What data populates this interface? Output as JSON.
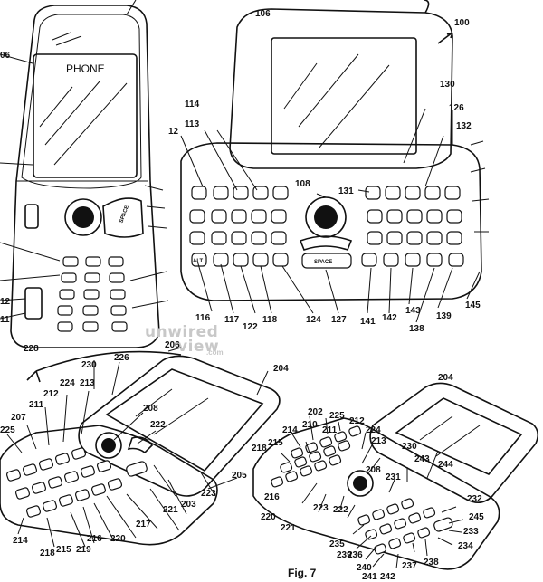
{
  "phone_screen_text": "PHONE",
  "space_key_text": "SPACE",
  "alt_key_text": "ALT",
  "figure_caption": "Fig. 7",
  "watermark": "unwiredview.com",
  "reference_numerals": {
    "r100": "100",
    "r106_top": "106",
    "r106_left": "06",
    "r130": "130",
    "r126": "126",
    "r132": "132",
    "r114": "114",
    "r113": "113",
    "r112": "12",
    "r108": "108",
    "r131": "131",
    "r116": "116",
    "r117": "117",
    "r122": "122",
    "r118": "118",
    "r124": "124",
    "r127": "127",
    "r141": "141",
    "r142": "142",
    "r143": "143",
    "r138": "138",
    "r139": "139",
    "r145": "145",
    "r12_left": "12",
    "r11_left": "11",
    "r228": "228",
    "r230a": "230",
    "r226": "226",
    "r206": "206",
    "r204a": "204",
    "r207": "207",
    "r225a": "225",
    "r211a": "211",
    "r212a": "212",
    "r224a": "224",
    "r213a": "213",
    "r208a": "208",
    "r222a": "222",
    "r205": "205",
    "r223a": "223",
    "r203": "203",
    "r221a": "221",
    "r217": "217",
    "r220a": "220",
    "r216a": "216",
    "r219": "219",
    "r215a": "215",
    "r218a": "218",
    "r214a": "214",
    "r204b": "204",
    "r202": "202",
    "r225b": "225",
    "r210": "210",
    "r211b": "211",
    "r212b": "212",
    "r214b": "214",
    "r215b": "215",
    "r224b": "224",
    "r213b": "213",
    "r218b": "218",
    "r230b": "230",
    "r208b": "208",
    "r243": "243",
    "r244": "244",
    "r231": "231",
    "r216b": "216",
    "r223b": "223",
    "r222b": "222",
    "r220b": "220",
    "r221b": "221",
    "r232": "232",
    "r245": "245",
    "r233": "233",
    "r234": "234",
    "r235": "235",
    "r239": "239",
    "r236": "236",
    "r240": "240",
    "r241": "241",
    "r242": "242",
    "r237": "237",
    "r238": "238"
  }
}
